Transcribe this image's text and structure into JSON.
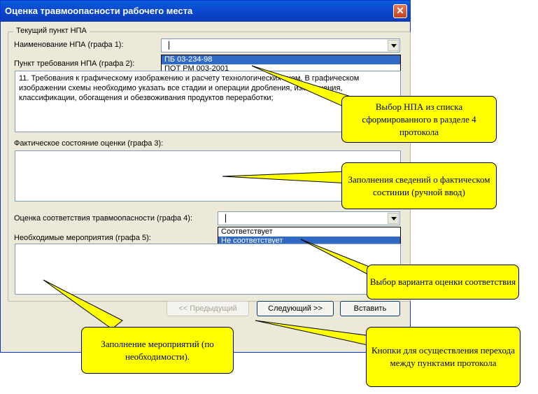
{
  "window": {
    "title": "Оценка травмоопасности рабочего места",
    "close_glyph": "✕"
  },
  "group": {
    "title": "Текущий пункт НПА"
  },
  "npa_name": {
    "label": "Наименование НПА (графа 1):",
    "options": [
      "ПБ 03-234-98",
      "ПОТ РМ 003-2001"
    ]
  },
  "requirement": {
    "label": "Пункт требования НПА (графа 2):",
    "text": "11. Требования к графическому изображению и расчету технологических схем. В графическом изображении схемы необходимо указать все стадии и операции дробления, измельчения, классификации, обогащения и обезвоживания продуктов переработки;"
  },
  "actual_state": {
    "label": "Фактическое состояние оценки (графа 3):",
    "text": ""
  },
  "assessment": {
    "label": "Оценка соответствия травмоопасности (графа 4):",
    "options": [
      "Соответствует",
      "Не соответствует"
    ]
  },
  "measures": {
    "label": "Необходимые мероприятия (графа 5):",
    "text": ""
  },
  "buttons": {
    "prev": "<< Предыдущий",
    "next": "Следующий >>",
    "insert": "Вставить"
  },
  "callouts": {
    "npa": "Выбор НПА из списка сформированного в разделе 4 протокола",
    "actual": "Заполнения сведений о фактическом состинии (ручной ввод)",
    "assessment": "Выбор варианта оценки соответствия",
    "measures": "Заполнение мероприятий (по необходимости).",
    "buttons": "Кнопки для осуществления перехода между пунктами протокола"
  },
  "colors": {
    "callout": "#ffff00",
    "titlebar": "#0a4ad1",
    "selection": "#316ac5"
  }
}
